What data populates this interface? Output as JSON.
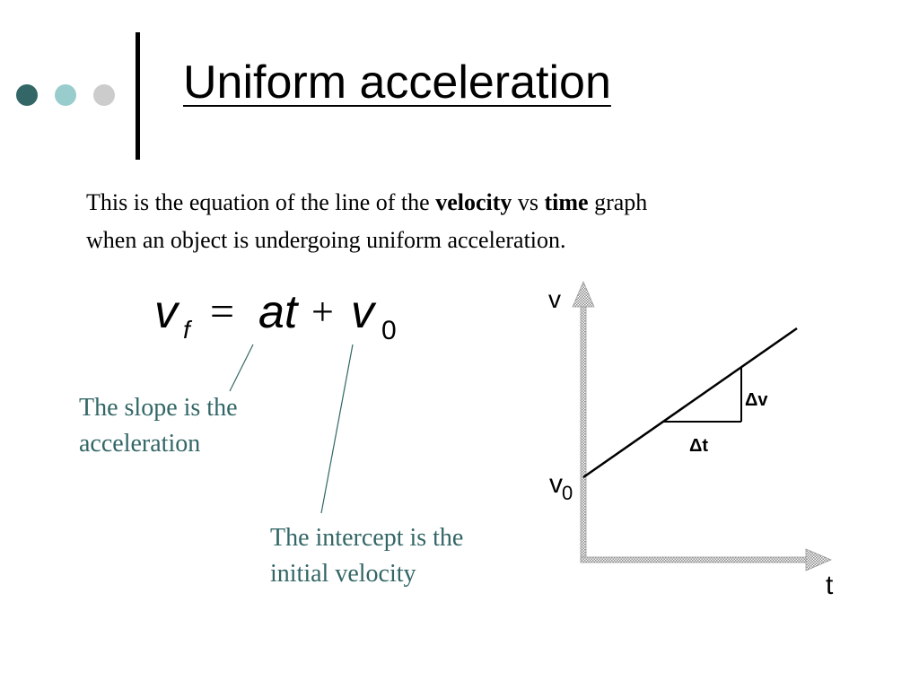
{
  "slide": {
    "title": "Uniform acceleration",
    "intro": {
      "line1_a": "This is the equation of the line of the ",
      "line1_b": "velocity",
      "line1_c": " vs ",
      "line1_d": "time",
      "line1_e": " graph",
      "line2": "when an object is undergoing uniform acceleration."
    },
    "colors": {
      "accent": "#336666",
      "dot1": "#336666",
      "dot2": "#99cccc",
      "dot3": "#cccccc",
      "text": "#000000"
    }
  },
  "equation": {
    "v": "v",
    "f": "f",
    "eq": "=",
    "at": "at",
    "plus": "+",
    "v2": "v",
    "zero": "0"
  },
  "notes": {
    "slope_1": "The slope is the",
    "slope_2": "acceleration",
    "intercept_1": "The intercept is the",
    "intercept_2": "initial velocity"
  },
  "graph": {
    "y_axis_label": "v",
    "x_axis_label": "t",
    "intercept_label": "v",
    "intercept_sub": "0",
    "delta_v": "Δv",
    "delta_t": "Δt"
  }
}
